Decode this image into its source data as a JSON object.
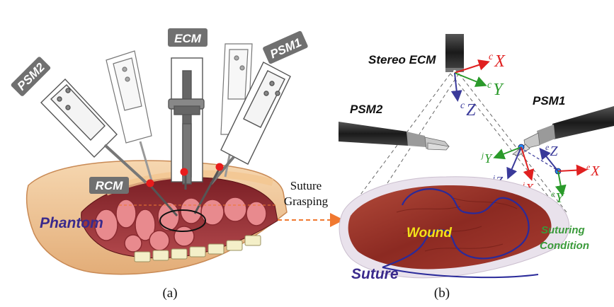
{
  "panel_a": {
    "labels": {
      "psm2": "PSM2",
      "ecm": "ECM",
      "psm1": "PSM1",
      "rcm": "RCM",
      "phantom": "Phantom"
    },
    "caption": "(a)"
  },
  "arrow_label": {
    "line1": "Suture",
    "line2": "Grasping"
  },
  "panel_b": {
    "labels": {
      "stereo_ecm": "Stereo ECM",
      "psm2": "PSM2",
      "psm1": "PSM1",
      "wound": "Wound",
      "suture": "Suture",
      "suturing_condition_line1": "Suturing",
      "suturing_condition_line2": "Condition"
    },
    "camera_frame": {
      "x_sup": "c",
      "x_axis": "X",
      "y_sup": "c",
      "y_axis": "Y",
      "z_sup": "c",
      "z_axis": "Z"
    },
    "psm1_frame_j": {
      "y_sup": "j",
      "y_axis": "Y",
      "z_sup": "j",
      "z_axis": "Z",
      "x_sup": "j",
      "x_axis": "X"
    },
    "psm1_frame_e": {
      "z_sup": "e",
      "z_axis": "Z",
      "x_sup": "e",
      "x_axis": "X",
      "y_sup": "e",
      "y_axis": "Y"
    },
    "caption": "(b)"
  },
  "colors": {
    "label_box": "#707070",
    "phantom_text": "#3a2a8c",
    "suture_text": "#3a2a8c",
    "wound_text": "#f2e11a",
    "condition_text": "#3a9a3a",
    "axis_red": "#e02020",
    "axis_green": "#2a9a2a",
    "axis_blue": "#3a3a9a",
    "rcm_dot": "#e81c1c",
    "dashed_arrow": "#f07830"
  }
}
